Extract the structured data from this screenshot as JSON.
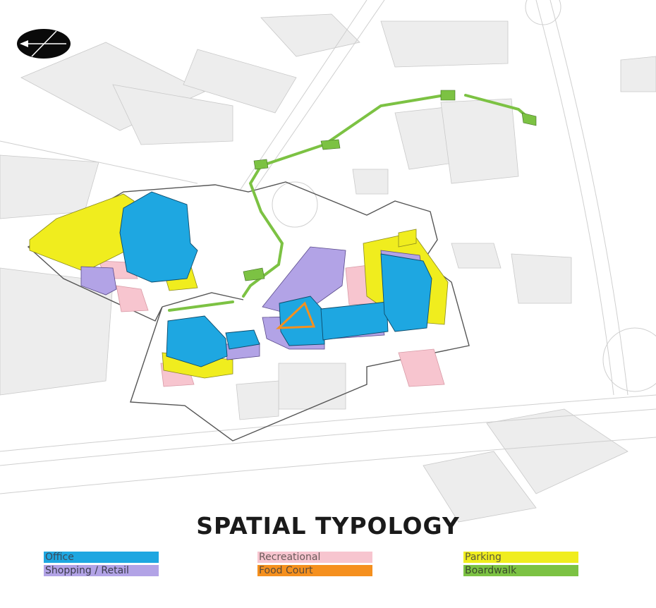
{
  "title": "SPATIAL TYPOLOGY",
  "legend": [
    {
      "label": "Office",
      "color": "#1ea7e1",
      "text_color": "#3a4a5a"
    },
    {
      "label": "Shopping / Retail",
      "color": "#b2a3e6",
      "text_color": "#3a3a4a"
    },
    {
      "label": "Recreational",
      "color": "#f7c5cf",
      "text_color": "#6a5a5a"
    },
    {
      "label": "Food Court",
      "color": "#f5901e",
      "text_color": "#5a4a3a"
    },
    {
      "label": "Parking",
      "color": "#f0ed1e",
      "text_color": "#5a5a3a"
    },
    {
      "label": "Boardwalk",
      "color": "#7cc243",
      "text_color": "#3a4a2a"
    }
  ],
  "compass": "north-arrow-icon"
}
